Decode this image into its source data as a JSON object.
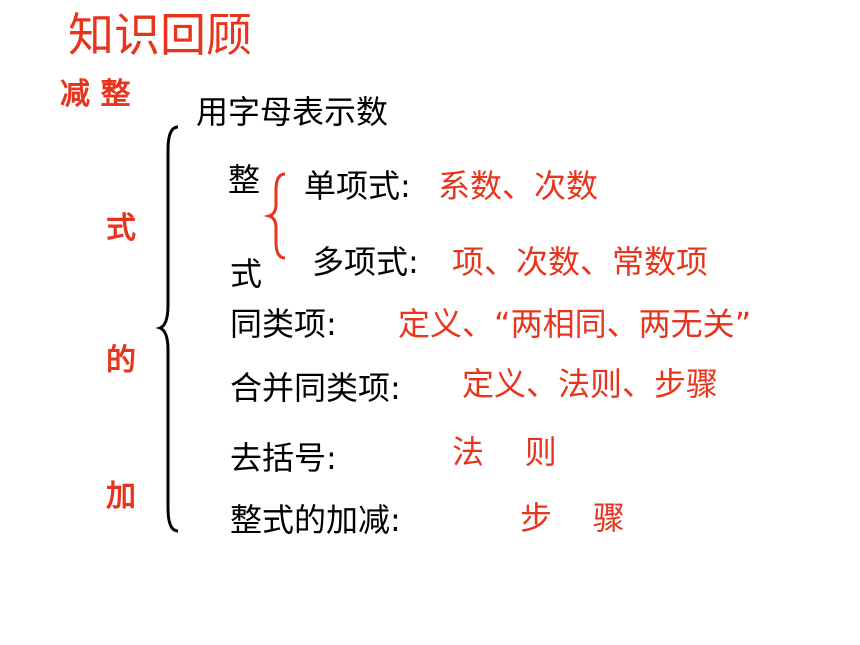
{
  "title": "知识回顾",
  "side_title": {
    "top": "减 整",
    "chars": [
      "式",
      "的",
      "加"
    ]
  },
  "main": {
    "first": "用字母表示数",
    "zhengshi_top": "整",
    "zhengshi_bottom": "式",
    "monomial": {
      "label": "单项式:",
      "answer": "系数、次数"
    },
    "polynomial": {
      "label": "多项式:",
      "answer": "项、次数、常数项"
    },
    "like_terms": {
      "label": "同类项:",
      "answer": "定义、“两相同、两无关”"
    },
    "combine": {
      "label": "合并同类项:",
      "answer": "定义、法则、步骤"
    },
    "brackets": {
      "label": "去括号:",
      "answer": "法    则"
    },
    "add_sub": {
      "label": "整式的加减:",
      "answer": "步    骤"
    }
  },
  "colors": {
    "accent": "#e8341c",
    "text": "#000000"
  }
}
